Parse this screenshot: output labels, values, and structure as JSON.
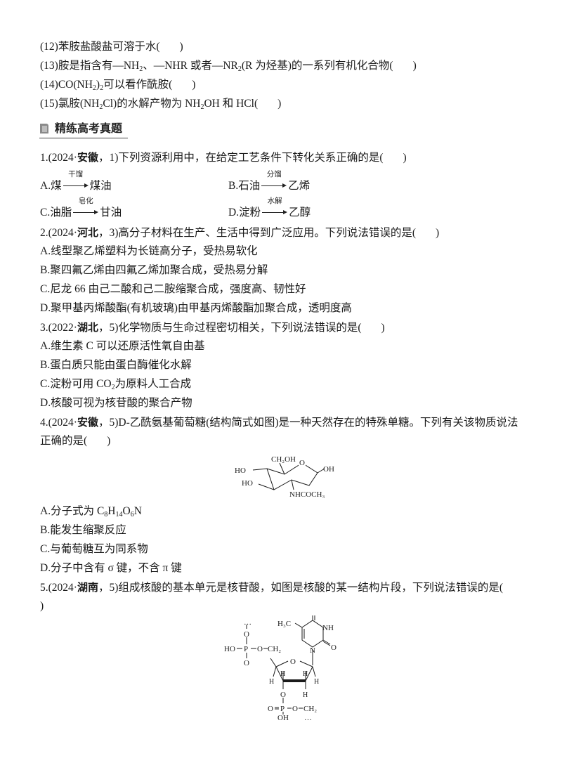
{
  "judgement_items": [
    {
      "num": "(12)",
      "text": "苯胺盐酸盐可溶于水(",
      "close": ")"
    },
    {
      "num": "(13)",
      "text_a": "胺是指含有—NH",
      "sub_a": "2",
      "text_b": "、—NHR 或者—NR",
      "sub_b": "2",
      "text_c": "(R 为烃基)的一系列有机化合物(",
      "close": ")"
    },
    {
      "num": "(14)",
      "text_a": "CO(NH",
      "sub_a": "2",
      "text_b": ")",
      "sub_b": "2",
      "text_c": "可以看作酰胺(",
      "close": ")"
    },
    {
      "num": "(15)",
      "text_a": "氯胺(NH",
      "sub_a": "2",
      "text_b": "Cl)的水解产物为 NH",
      "sub_b": "2",
      "text_c": "OH 和 HCl(",
      "close": ")"
    }
  ],
  "section": {
    "title": "精练高考真题",
    "icon": "document-icon"
  },
  "questions": [
    {
      "prefix": "1.(2024·",
      "region": "安徽",
      "suffix": "，1)下列资源利用中，在给定工艺条件下转化关系正确的是(",
      "close": ")",
      "options": [
        {
          "label": "A.",
          "from": "煤",
          "cond": "干馏",
          "to": "煤油"
        },
        {
          "label": "B.",
          "from": "石油",
          "cond": "分馏",
          "to": "乙烯"
        },
        {
          "label": "C.",
          "from": "油脂",
          "cond": "皂化",
          "to": "甘油"
        },
        {
          "label": "D.",
          "from": "淀粉",
          "cond": "水解",
          "to": "乙醇"
        }
      ]
    },
    {
      "prefix": "2.(2024·",
      "region": "河北",
      "suffix": "，3)高分子材料在生产、生活中得到广泛应用。下列说法错误的是(",
      "close": ")",
      "options": [
        "A.线型聚乙烯塑料为长链高分子，受热易软化",
        "B.聚四氟乙烯由四氟乙烯加聚合成，受热易分解",
        "C.尼龙 66 由己二酸和己二胺缩聚合成，强度高、韧性好",
        "D.聚甲基丙烯酸酯(有机玻璃)由甲基丙烯酸酯加聚合成，透明度高"
      ]
    },
    {
      "prefix": "3.(2022·",
      "region": "湖北",
      "suffix": "，5)化学物质与生命过程密切相关，下列说法错误的是(",
      "close": ")",
      "options": [
        "A.维生素 C 可以还原活性氧自由基",
        "B.蛋白质只能由蛋白酶催化水解",
        {
          "a": "C.淀粉可用 CO",
          "sub": "2",
          "b": "为原料人工合成"
        },
        "D.核酸可视为核苷酸的聚合产物"
      ]
    },
    {
      "prefix": "4.(2024·",
      "region": "安徽",
      "suffix": "，5)D-乙酰氨基葡萄糖(结构简式如图)是一种天然存在的特殊单糖。下列有关该物质说法",
      "line2": "正确的是(",
      "close": ")",
      "figure_labels": {
        "ch2oh": "CH₂OH",
        "o": "O",
        "ho1": "HO",
        "ho2": "HO",
        "oh": "OH",
        "nhcoch3": "NHCOCH₃"
      },
      "options": [
        {
          "a": "A.分子式为 C",
          "s1": "8",
          "b": "H",
          "s2": "14",
          "c": "O",
          "s3": "6",
          "d": "N"
        },
        "B.能发生缩聚反应",
        "C.与葡萄糖互为同系物",
        "D.分子中含有 σ 键，不含 π 键"
      ]
    },
    {
      "prefix": "5.(2024·",
      "region": "湖南",
      "suffix": "，5)组成核酸的基本单元是核苷酸，如图是核酸的某一结构片段，下列说法错误的是(",
      "line2": ")",
      "figure_labels": {
        "h3c": "H₃C",
        "nh": "NH",
        "o_carbonyl": "O",
        "n": "N",
        "o_ring": "O",
        "ho": "HO",
        "p": "P",
        "o": "O",
        "ch2": "CH₂",
        "h": "H",
        "oh": "OH",
        "dots": "…"
      }
    }
  ]
}
